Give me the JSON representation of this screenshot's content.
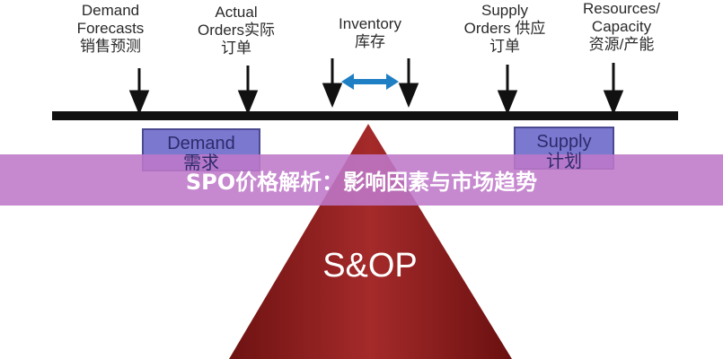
{
  "inputs": [
    {
      "line1": "Demand",
      "line2": "Forecasts",
      "line3": "销售预测"
    },
    {
      "line1": "Actual",
      "line2": "Orders实际",
      "line3": "订单"
    },
    {
      "line1": "Inventory",
      "line2": "库存",
      "line3": ""
    },
    {
      "line1": "Supply",
      "line2": "Orders 供应",
      "line3": "订单"
    },
    {
      "line1": "Resources/",
      "line2": "Capacity",
      "line3": "资源/产能"
    }
  ],
  "demand_box": {
    "en": "Demand",
    "zh": "需求"
  },
  "supply_box": {
    "en": "Supply",
    "zh": "计划"
  },
  "fulcrum_label": "S&OP",
  "banner_title": "SPO价格解析：影响因素与市场趋势",
  "colors": {
    "box": "#7b78d0",
    "triangle": "#8e1c1c",
    "banner": "#c080cc",
    "arrow_blue": "#1f7fc4"
  }
}
